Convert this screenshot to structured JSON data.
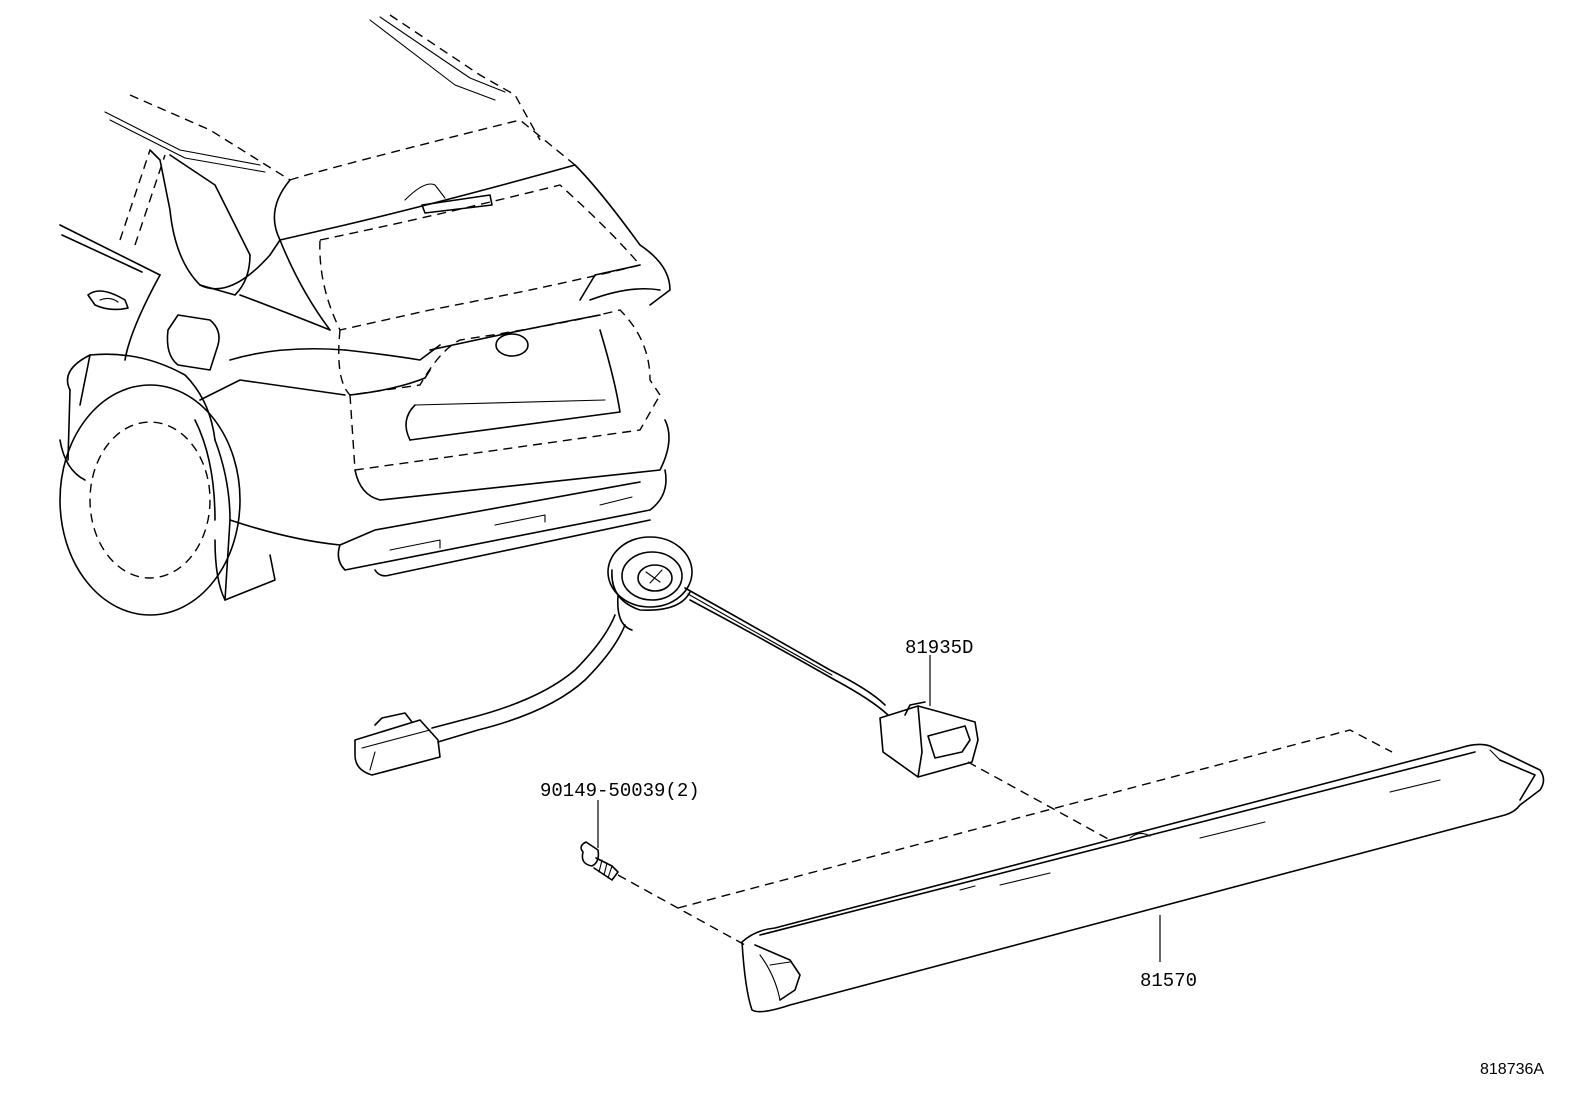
{
  "labels": {
    "harness": "81935D",
    "screw": "90149-50039(2)",
    "stop_lamp": "81570",
    "diagram_code": "818736A"
  }
}
